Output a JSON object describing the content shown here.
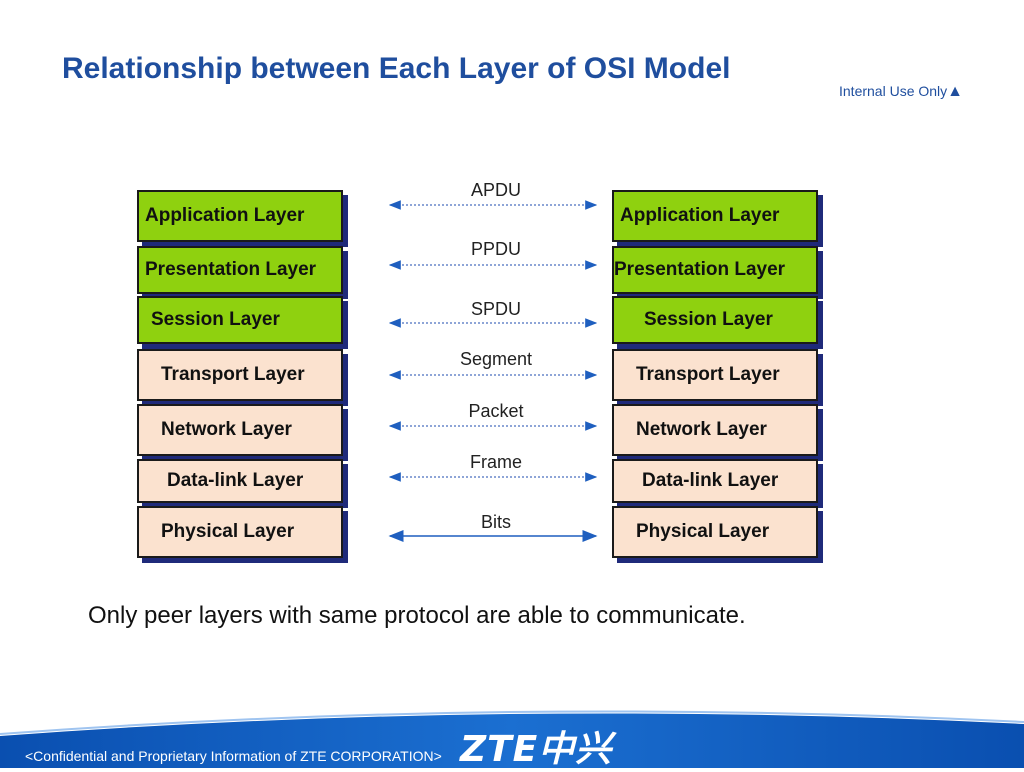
{
  "title": "Relationship between Each Layer of OSI Model",
  "internal_label": "Internal Use Only",
  "internal_icon": "triangle-up-icon",
  "left_stack": [
    "Application Layer",
    "Presentation Layer",
    "Session Layer",
    "Transport Layer",
    "Network Layer",
    "Data-link Layer",
    "Physical Layer"
  ],
  "right_stack": [
    "Application Layer",
    "Presentation Layer",
    "Session Layer",
    "Transport Layer",
    "Network Layer",
    "Data-link Layer",
    "Physical Layer"
  ],
  "pdus": [
    "APDU",
    "PPDU",
    "SPDU",
    "Segment",
    "Packet",
    "Frame",
    "Bits"
  ],
  "caption": "Only peer layers with same protocol are able to communicate.",
  "footer": {
    "confidential": "<Confidential and Proprietary Information of  ZTE CORPORATION>",
    "logo": "ZTE中兴"
  },
  "colors": {
    "title": "#1f4e9e",
    "upper_layers": "#8fd10f",
    "lower_layers": "#fbe2cf",
    "dotted_arrow": "#4a6fbf",
    "solid_arrow": "#1f5fbf",
    "footer_band": "#1b6fd1"
  }
}
